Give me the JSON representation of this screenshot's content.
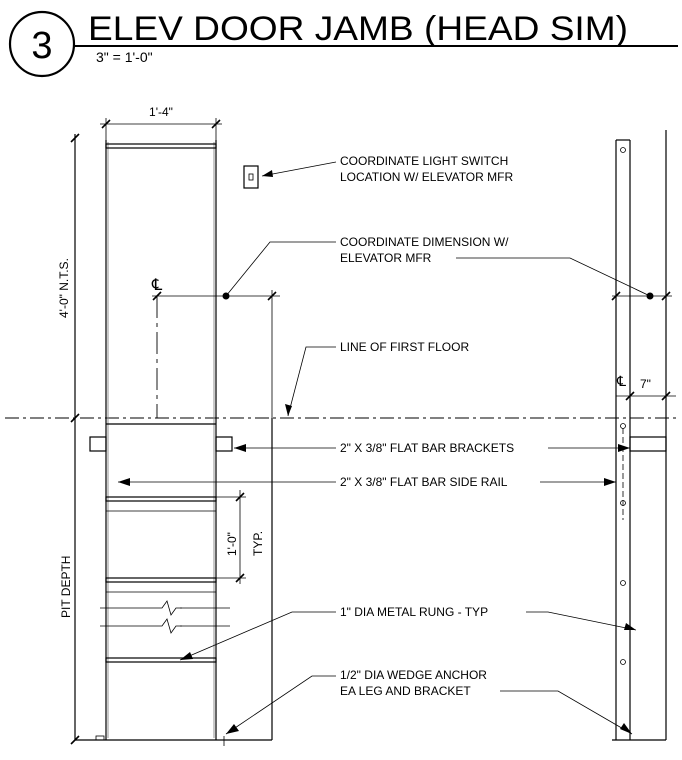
{
  "title_block": {
    "detail_number": "3",
    "title": "ELEV DOOR JAMB (HEAD SIM)",
    "scale": "3\" = 1'-0\""
  },
  "notes": {
    "light_switch_line1": "COORDINATE LIGHT SWITCH",
    "light_switch_line2": "LOCATION W/ ELEVATOR MFR",
    "dimension_line1": "COORDINATE DIMENSION W/",
    "dimension_line2": "ELEVATOR MFR",
    "first_floor": "LINE OF FIRST FLOOR",
    "brackets": "2\" X 3/8\" FLAT BAR BRACKETS",
    "side_rail": "2\" X 3/8\" FLAT BAR SIDE RAIL",
    "rung": "1\" DIA METAL RUNG - TYP",
    "anchor_line1": "1/2\" DIA WEDGE ANCHOR",
    "anchor_line2": "EA LEG AND BRACKET"
  },
  "dimensions": {
    "ladder_width": "1'-4\"",
    "height_above": "4'-0\" N.T.S.",
    "pit_depth": "PIT DEPTH",
    "rung_spacing": "1'-0\"",
    "rung_spacing_typ": "TYP.",
    "offset": "7\"",
    "centerline_symbol": "℄"
  }
}
